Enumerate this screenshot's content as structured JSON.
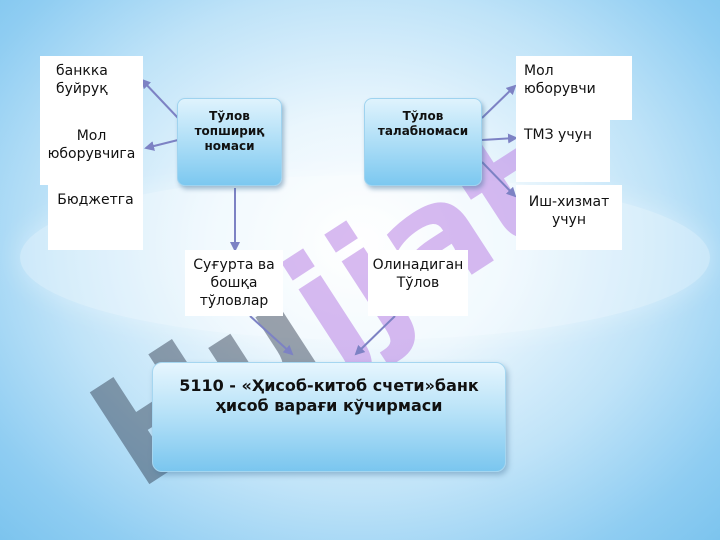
{
  "watermark": {
    "text": "Hujjat",
    "lead": "Hu",
    "tail": "jjat"
  },
  "nodes": {
    "payment_order": "Тўлов топшириқ номаси",
    "payment_request": "Тўлов талабномаси",
    "main": "5110 - «Ҳисоб-китоб счети»банк ҳисоб варағи кўчирмаси"
  },
  "left_targets": {
    "bank_order": "банкка буйруқ",
    "supplier": "Мол юборувчига",
    "budget": "Бюджетга"
  },
  "right_targets": {
    "supplier": "Мол юборувчи",
    "tmz": "ТМЗ учун",
    "services": "Иш-хизмат учун"
  },
  "middle": {
    "insurance": "Суғурта ва бошқа тўловлар",
    "received": "Олинадиган Тўлов"
  },
  "colors": {
    "arrow": "#7d82c4",
    "watermark_accent": "#be8ce6"
  }
}
